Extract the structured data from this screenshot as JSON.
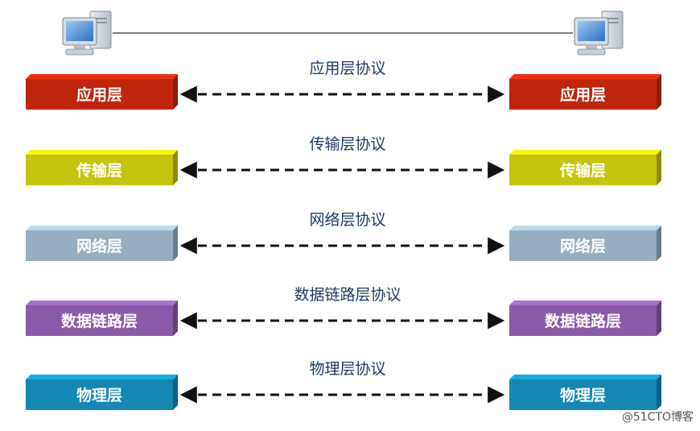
{
  "colors": {
    "application": "#c0260e",
    "transport": "#c4c40f",
    "network": "#96aec0",
    "datalink": "#8a5aa8",
    "physical": "#1487b5",
    "connection_line": "#333333",
    "protocol_text": "#1f3a66"
  },
  "hosts": {
    "left_icon": "computer-icon",
    "right_icon": "computer-icon"
  },
  "layers": [
    {
      "key": "application",
      "left_label": "应用层",
      "right_label": "应用层",
      "protocol_label": "应用层协议"
    },
    {
      "key": "transport",
      "left_label": "传输层",
      "right_label": "传输层",
      "protocol_label": "传输层协议"
    },
    {
      "key": "network",
      "left_label": "网络层",
      "right_label": "网络层",
      "protocol_label": "网络层协议"
    },
    {
      "key": "datalink",
      "left_label": "数据链路层",
      "right_label": "数据链路层",
      "protocol_label": "数据链路层协议"
    },
    {
      "key": "physical",
      "left_label": "物理层",
      "right_label": "物理层",
      "protocol_label": "物理层协议"
    }
  ],
  "watermark": "@51CTO博客"
}
